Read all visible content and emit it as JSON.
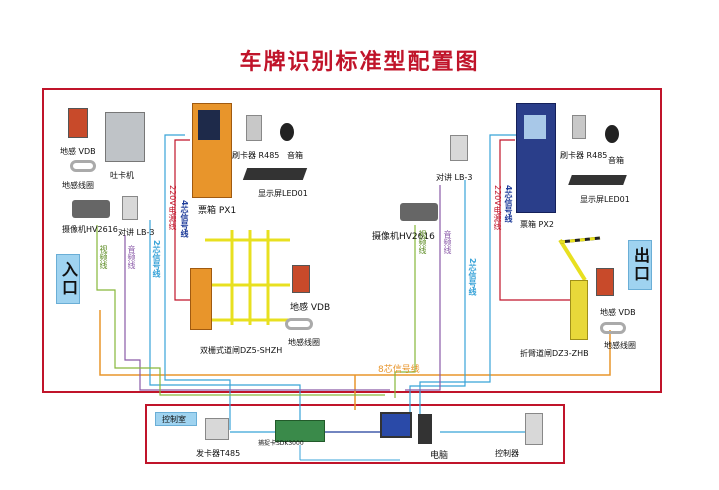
{
  "title": "车牌识别标准型配置图",
  "entrance_label": "入口",
  "exit_label": "出口",
  "control_room_label": "控制室",
  "left": {
    "vdb": "地感 VDB",
    "loop": "地感线圈",
    "card_machine": "吐卡机",
    "camera": "摄像机HV2616",
    "intercom": "对讲 LB-3",
    "ticket_box": "票箱 PX1",
    "card_reader": "刷卡器 R485",
    "speaker": "音箱",
    "display": "显示屏LED01",
    "wire_220v": "220V电源线",
    "wire_4core": "4芯信号线",
    "wire_2core": "2芯信号线",
    "wire_audio": "音频线",
    "wire_video": "视频线",
    "barrier": "双栅式道闸DZ5-SHZH",
    "vdb2": "地感 VDB",
    "loop2": "地感线圈"
  },
  "right": {
    "intercom": "对讲 LB-3",
    "camera": "摄像机HV2616",
    "ticket_box": "票箱 PX2",
    "card_reader": "刷卡器 R485",
    "speaker": "音箱",
    "display": "显示屏LED01",
    "wire_220v": "220V电源线",
    "wire_4core": "4芯信号线",
    "wire_2core": "2芯信号线",
    "wire_audio": "音频线",
    "wire_video": "视频线",
    "barrier": "折臂道闸DZ3-ZHB",
    "vdb": "地感 VDB",
    "loop": "地感线圈"
  },
  "bus_label": "8芯信号线",
  "control": {
    "card_issuer": "发卡器T485",
    "capture_card": "捕捉卡SDK3000",
    "computer": "电脑",
    "controller": "控制器"
  },
  "colors": {
    "frame": "#c0142a",
    "line_orange": "#e8952b",
    "line_blue": "#38a3d8",
    "line_purple": "#8a5aa8",
    "line_green": "#86b83a",
    "line_red": "#c0142a",
    "line_darkblue": "#1e3c9a"
  }
}
